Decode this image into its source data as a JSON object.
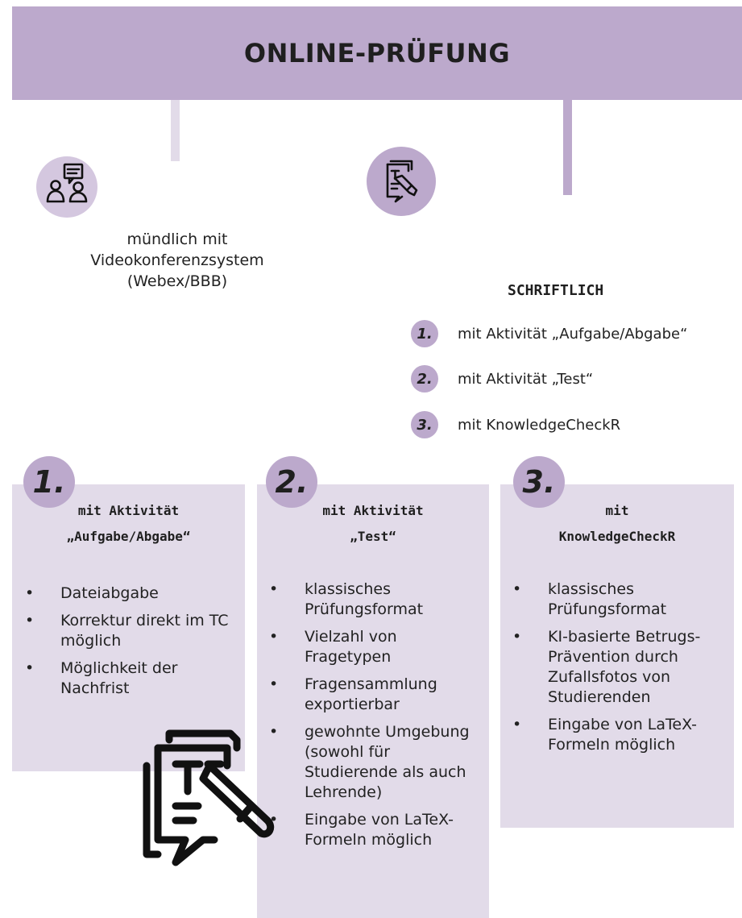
{
  "banner": {
    "title": "ONLINE-PRÜFUNG"
  },
  "oral": {
    "icon": "oral-exam-people-speech-icon",
    "lines": [
      "mündlich mit",
      "Videokonferenzsystem",
      "(Webex/BBB)"
    ]
  },
  "written": {
    "icon": "written-document-pencil-icon",
    "heading": "SCHRIFTLICH",
    "items": [
      {
        "badge": "1.",
        "text": "mit Aktivität „Aufgabe/Abgabe“"
      },
      {
        "badge": "2.",
        "text": "mit Aktivität „Test“"
      },
      {
        "badge": "3.",
        "text": "mit KnowledgeCheckR"
      }
    ]
  },
  "cards": [
    {
      "badge": "1.",
      "title_lines": [
        "mit Aktivität",
        "„Aufgabe/Abgabe“"
      ],
      "bullets": [
        "Dateiabgabe",
        "Korrektur direkt im TC möglich",
        "Möglichkeit der Nachfrist"
      ]
    },
    {
      "badge": "2.",
      "title_lines": [
        "mit Aktivität",
        "„Test“"
      ],
      "bullets": [
        "klassisches Prüfungsformat",
        "Vielzahl von Fragetypen",
        "Fragensammlung exportierbar",
        "gewohnte Umgebung (sowohl für Studierende als auch Lehrende)",
        "Eingabe von LaTeX-Formeln möglich"
      ]
    },
    {
      "badge": "3.",
      "title_lines": [
        "mit",
        "KnowledgeCheckR"
      ],
      "bullets": [
        "klassisches Prüfungsformat",
        "KI-basierte Betrugs-Prävention durch Zufallsfotos von Studierenden",
        "Eingabe von LaTeX-Formeln möglich"
      ]
    }
  ],
  "decor": {
    "icon": "large-document-pencil-icon"
  },
  "colors": {
    "banner": "#bca9cc",
    "card": "#e2dbe9",
    "badge": "#bca9cc",
    "connector_light": "#e2dbe9",
    "connector_dark": "#bca9cc"
  }
}
